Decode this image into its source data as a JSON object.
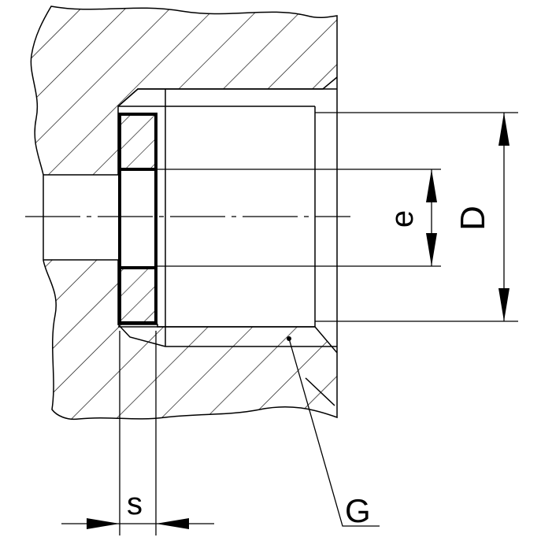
{
  "drawing": {
    "labels": {
      "s": "s",
      "G": "G",
      "e": "e",
      "D": "D"
    },
    "colors": {
      "line": "#000000",
      "background": "#ffffff"
    }
  }
}
